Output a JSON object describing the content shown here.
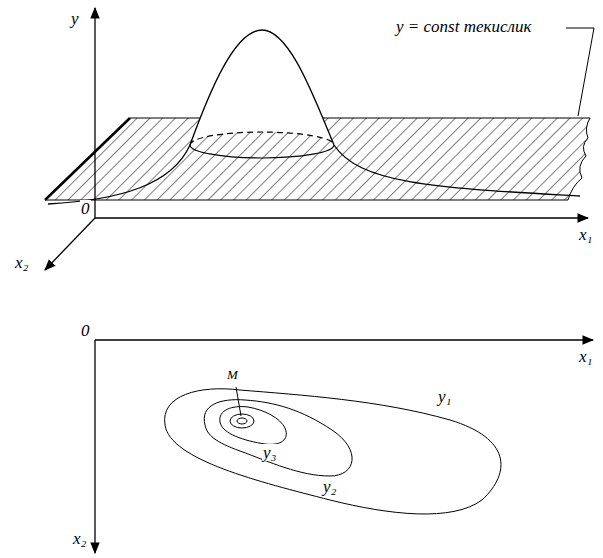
{
  "diagram": {
    "labels": [
      "y",
      "y = const текислик",
      "0",
      "x₁",
      "x₂",
      "0",
      "x₁",
      "M",
      "y₁",
      "y₃",
      "y₂",
      "x₂"
    ]
  }
}
